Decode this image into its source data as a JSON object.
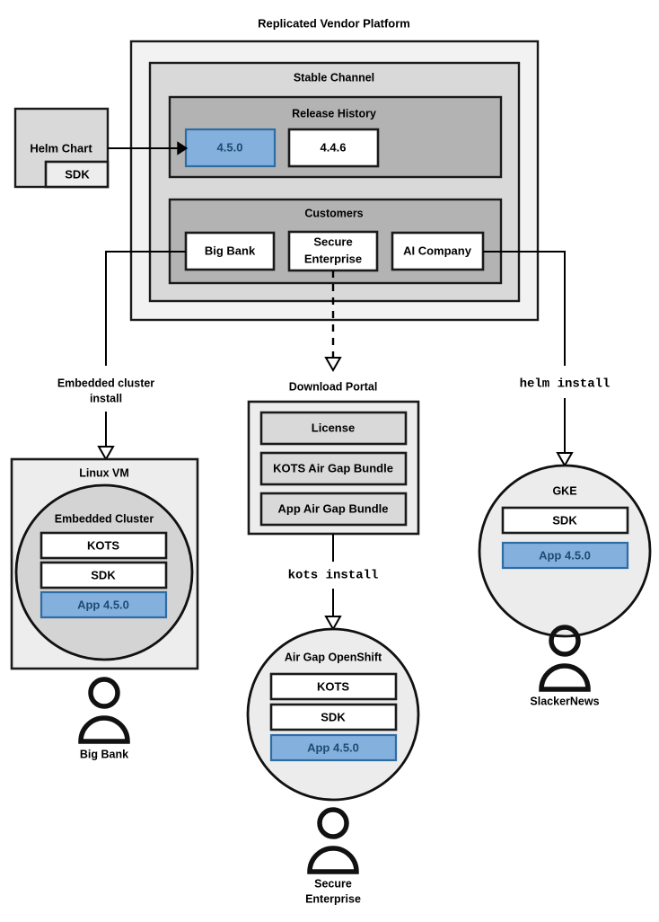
{
  "title": "Replicated Vendor Platform",
  "platform": {
    "channel_label": "Stable Channel",
    "release_history": {
      "label": "Release History",
      "releases": [
        {
          "version": "4.5.0",
          "highlighted": true
        },
        {
          "version": "4.4.6",
          "highlighted": false
        }
      ]
    },
    "customers": {
      "label": "Customers",
      "items": [
        {
          "name": "Big Bank"
        },
        {
          "name": "Secure",
          "name2": "Enterprise"
        },
        {
          "name": "AI Company"
        }
      ]
    }
  },
  "source": {
    "helm_chart_label": "Helm Chart",
    "sdk_label": "SDK"
  },
  "edges": {
    "embedded_install_line1": "Embedded cluster",
    "embedded_install_line2": "install",
    "download_portal_label": "Download Portal",
    "kots_install": "kots install",
    "helm_install": "helm install"
  },
  "download_portal": {
    "items": [
      {
        "label": "License"
      },
      {
        "label": "KOTS Air Gap Bundle"
      },
      {
        "label": "App Air Gap Bundle"
      }
    ]
  },
  "targets": [
    {
      "id": "linux-vm",
      "host_label": "Linux VM",
      "cluster_label": "Embedded Cluster",
      "components": [
        {
          "label": "KOTS",
          "highlighted": false
        },
        {
          "label": "SDK",
          "highlighted": false
        },
        {
          "label": "App 4.5.0",
          "highlighted": true
        }
      ],
      "customer_line1": "Big Bank",
      "customer_line2": ""
    },
    {
      "id": "airgap-openshift",
      "host_label": "Air Gap OpenShift",
      "components": [
        {
          "label": "KOTS",
          "highlighted": false
        },
        {
          "label": "SDK",
          "highlighted": false
        },
        {
          "label": "App 4.5.0",
          "highlighted": true
        }
      ],
      "customer_line1": "Secure",
      "customer_line2": "Enterprise"
    },
    {
      "id": "gke",
      "host_label": "GKE",
      "components": [
        {
          "label": "SDK",
          "highlighted": false
        },
        {
          "label": "App 4.5.0",
          "highlighted": true
        }
      ],
      "customer_line1": "SlackerNews",
      "customer_line2": ""
    }
  ],
  "colors": {
    "highlight_fill": "#83b0dd",
    "highlight_stroke": "#2e6ca4",
    "highlight_text": "#1f4b73",
    "outer_fill": "#f2f2f2",
    "channel_fill": "#d9d9d9",
    "inner_fill": "#b3b3b3",
    "stroke": "#1a1a1a"
  }
}
